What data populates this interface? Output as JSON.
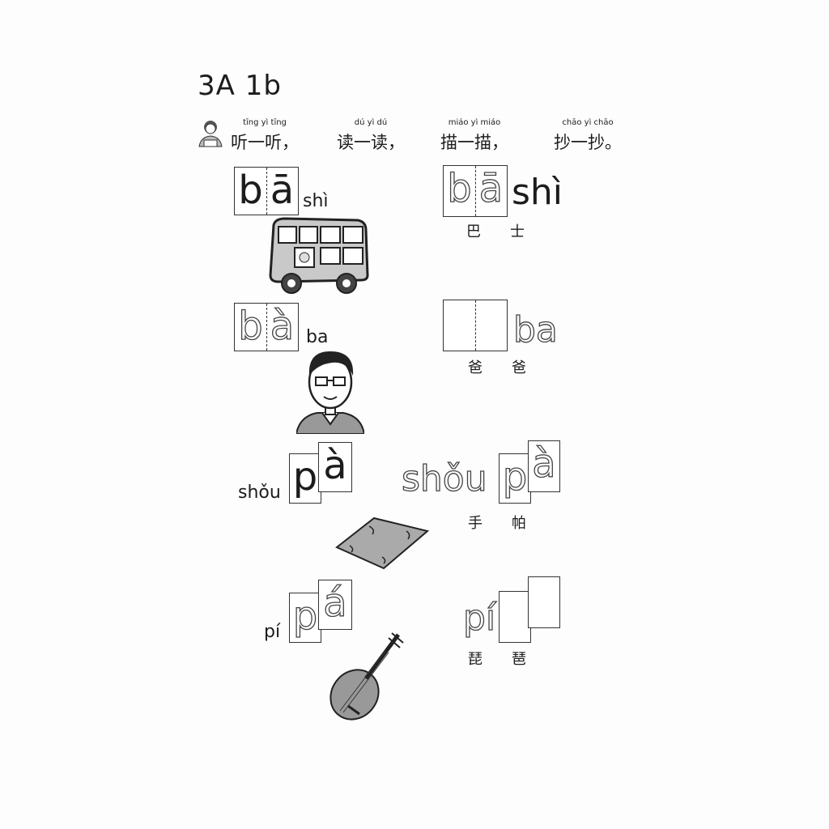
{
  "title": "3A 1b",
  "instruction": [
    {
      "pinyin": "tīng yì tīng",
      "hanzi": "听一听，"
    },
    {
      "pinyin": "dú yì dú",
      "hanzi": "读一读，"
    },
    {
      "pinyin": "miáo yì miáo",
      "hanzi": "描一描，"
    },
    {
      "pinyin": "chāo yì chāo",
      "hanzi": "抄一抄。"
    }
  ],
  "rows": [
    {
      "left": {
        "syllable_c": "b",
        "syllable_v": "ā",
        "after": "shì"
      },
      "right": {
        "syllable_c": "b",
        "syllable_v": "ā",
        "after": "shì",
        "hanzi": "巴士"
      },
      "picture": "bus-illustration"
    },
    {
      "left": {
        "syllable_c": "b",
        "syllable_v": "à",
        "after": "ba"
      },
      "right": {
        "after": "ba",
        "hanzi": "爸爸"
      },
      "picture": "father-illustration"
    },
    {
      "left": {
        "before": "shǒu",
        "syllable_c": "p",
        "syllable_v": "à"
      },
      "right": {
        "before": "shǒu",
        "syllable_c": "p",
        "syllable_v": "à",
        "hanzi": "手帕"
      },
      "picture": "handkerchief-illustration"
    },
    {
      "left": {
        "before": "pí",
        "syllable_c": "p",
        "syllable_v": "á"
      },
      "right": {
        "before": "pí",
        "hanzi": "琵琶"
      },
      "picture": "pipa-illustration"
    }
  ]
}
